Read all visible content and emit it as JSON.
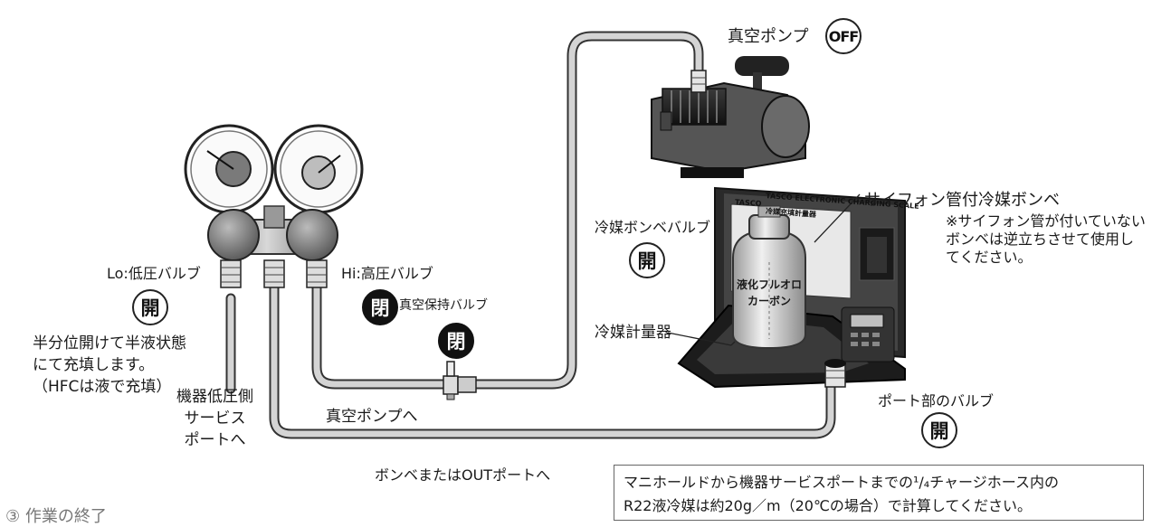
{
  "labels": {
    "vacuum_pump": "真空ポンプ",
    "siphon_cylinder": "サイフォン管付冷媒ボンベ",
    "siphon_note": "※サイフォン管が付いていない\nボンベは逆立ちさせて使用し\nてください。",
    "cylinder_valve": "冷媒ボンベバルブ",
    "lo_valve": "Lo:低圧バルブ",
    "hi_valve": "Hi:高圧バルブ",
    "vacuum_hold_valve": "真空保持バルブ",
    "half_open_note": "半分位開けて半液状態\nにて充填します。\n（HFCは液で充填）",
    "equipment_low_side": "機器低圧側\nサービス\nポートへ",
    "to_vacuum_pump": "真空ポンプへ",
    "to_cylinder": "ボンベまたはOUTポートへ",
    "refrigerant_scale": "冷媒計量器",
    "port_valve": "ポート部のバルブ",
    "cylinder_text": "液化フルオロ\nカーボン",
    "case_title": "TASCO ELECTRONIC CHARGING SCALE",
    "case_subtitle": "冷媒充填計量器",
    "case_brand": "TASCO"
  },
  "states": {
    "pump": "OFF",
    "cylinder_valve": "開",
    "lo_valve": "開",
    "hi_valve": "閉",
    "vacuum_hold_valve": "閉",
    "port_valve": "開"
  },
  "note": {
    "line1": "マニホールドから機器サービスポートまでの¹/₄チャージホース内の",
    "line2": "R22液冷媒は約20g／m（20℃の場合）で計算してください。"
  },
  "section_title": "③ 作業の終了"
}
